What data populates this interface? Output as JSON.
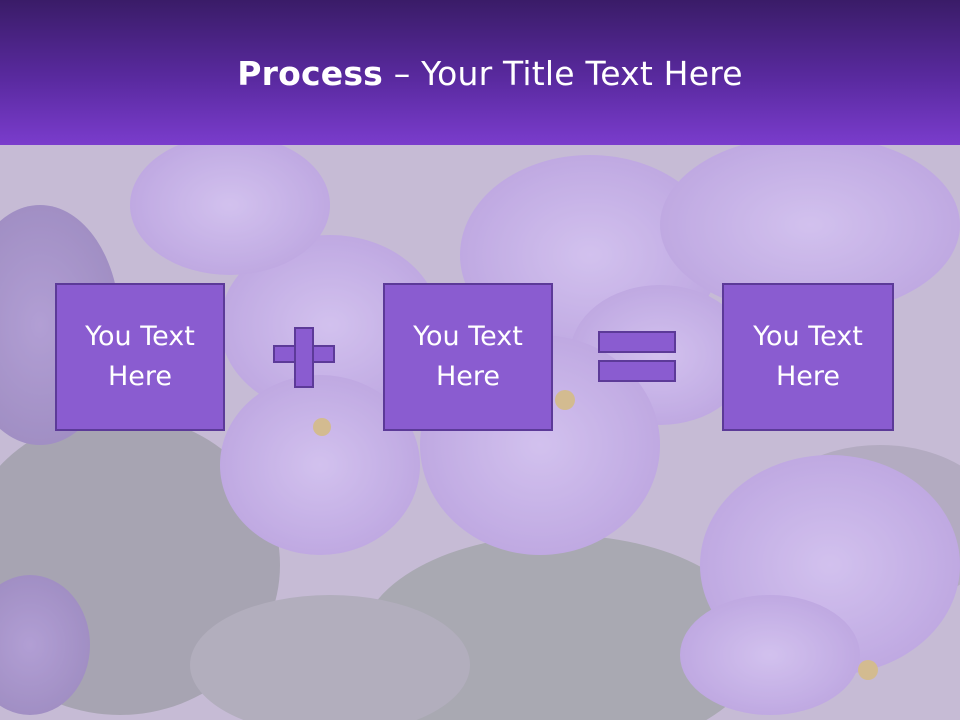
{
  "slide": {
    "title_bold": "Process",
    "title_rest": " – Your Title Text Here",
    "boxes": [
      {
        "line1": "You Text",
        "line2": "Here"
      },
      {
        "line1": "You Text",
        "line2": "Here"
      },
      {
        "line1": "You Text",
        "line2": "Here"
      }
    ],
    "operators": [
      "plus-icon",
      "equals-icon"
    ],
    "colors": {
      "title_band_top": "#3a1c68",
      "title_band_bottom": "#7a3ccc",
      "box_fill": "#8a5cd0",
      "box_border": "#5c3a98",
      "text": "#ffffff"
    },
    "background_image": "purple-pansy-flowers"
  }
}
